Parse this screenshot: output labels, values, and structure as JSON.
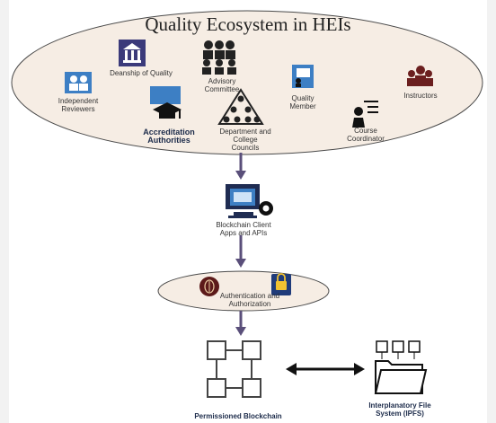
{
  "title": "Quality Ecosystem in HEIs",
  "stakeholders": {
    "independent_reviewers": "Independent Reviewers",
    "deanship": "Deanship of Quality",
    "advisory": "Advisory Committee",
    "quality_member": "Quality Member",
    "instructors": "Instructors",
    "accreditation": "Accreditation Authorities",
    "department": "Department and College Councils",
    "course_coordinator": "Course Coordinator"
  },
  "client": "Blockchain Client Apps and APIs",
  "auth": "Authentication and Authorization",
  "blockchain": "Permissioned Blockchain",
  "ipfs": "Interplanatory File System (IPFS)",
  "colors": {
    "ellipse_fill": "#f6ede4",
    "arrow": "#5a4f7a",
    "navy": "#1f2c52",
    "blue": "#3d7fc4"
  }
}
